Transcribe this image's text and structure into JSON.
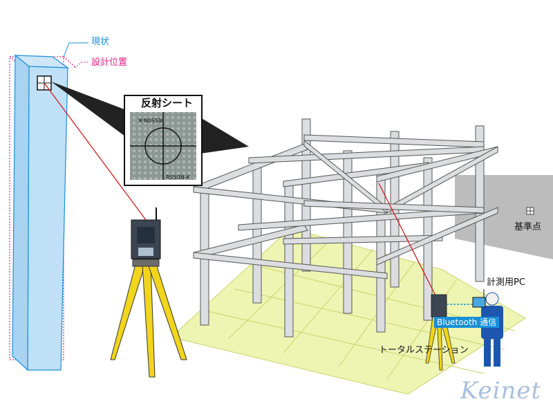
{
  "labels": {
    "current_state": "現状",
    "design_position": "設計位置",
    "reflective_sheet": "反射シート",
    "sheet_code_top": "RS50N-K",
    "sheet_code_bottom": "RS50N-K",
    "reference_point": "基準点",
    "measurement_pc": "計測用PC",
    "bluetooth": "Bluetooth 通信",
    "total_station": "トータルステーション"
  },
  "logo": {
    "text": "Keinet"
  },
  "colors": {
    "current_line": "#1a8fd6",
    "design_line": "#e0218a",
    "laser": "#d61a1a",
    "ground": "#eef5b3",
    "ground_grid": "#c8d36a",
    "tripod": "#f0d51c",
    "steel": "#d9dadc",
    "wall": "#b9b9b9"
  },
  "icons": [
    "reflective-target-icon",
    "tripod-icon",
    "total-station-icon",
    "laptop-icon",
    "worker-icon"
  ]
}
